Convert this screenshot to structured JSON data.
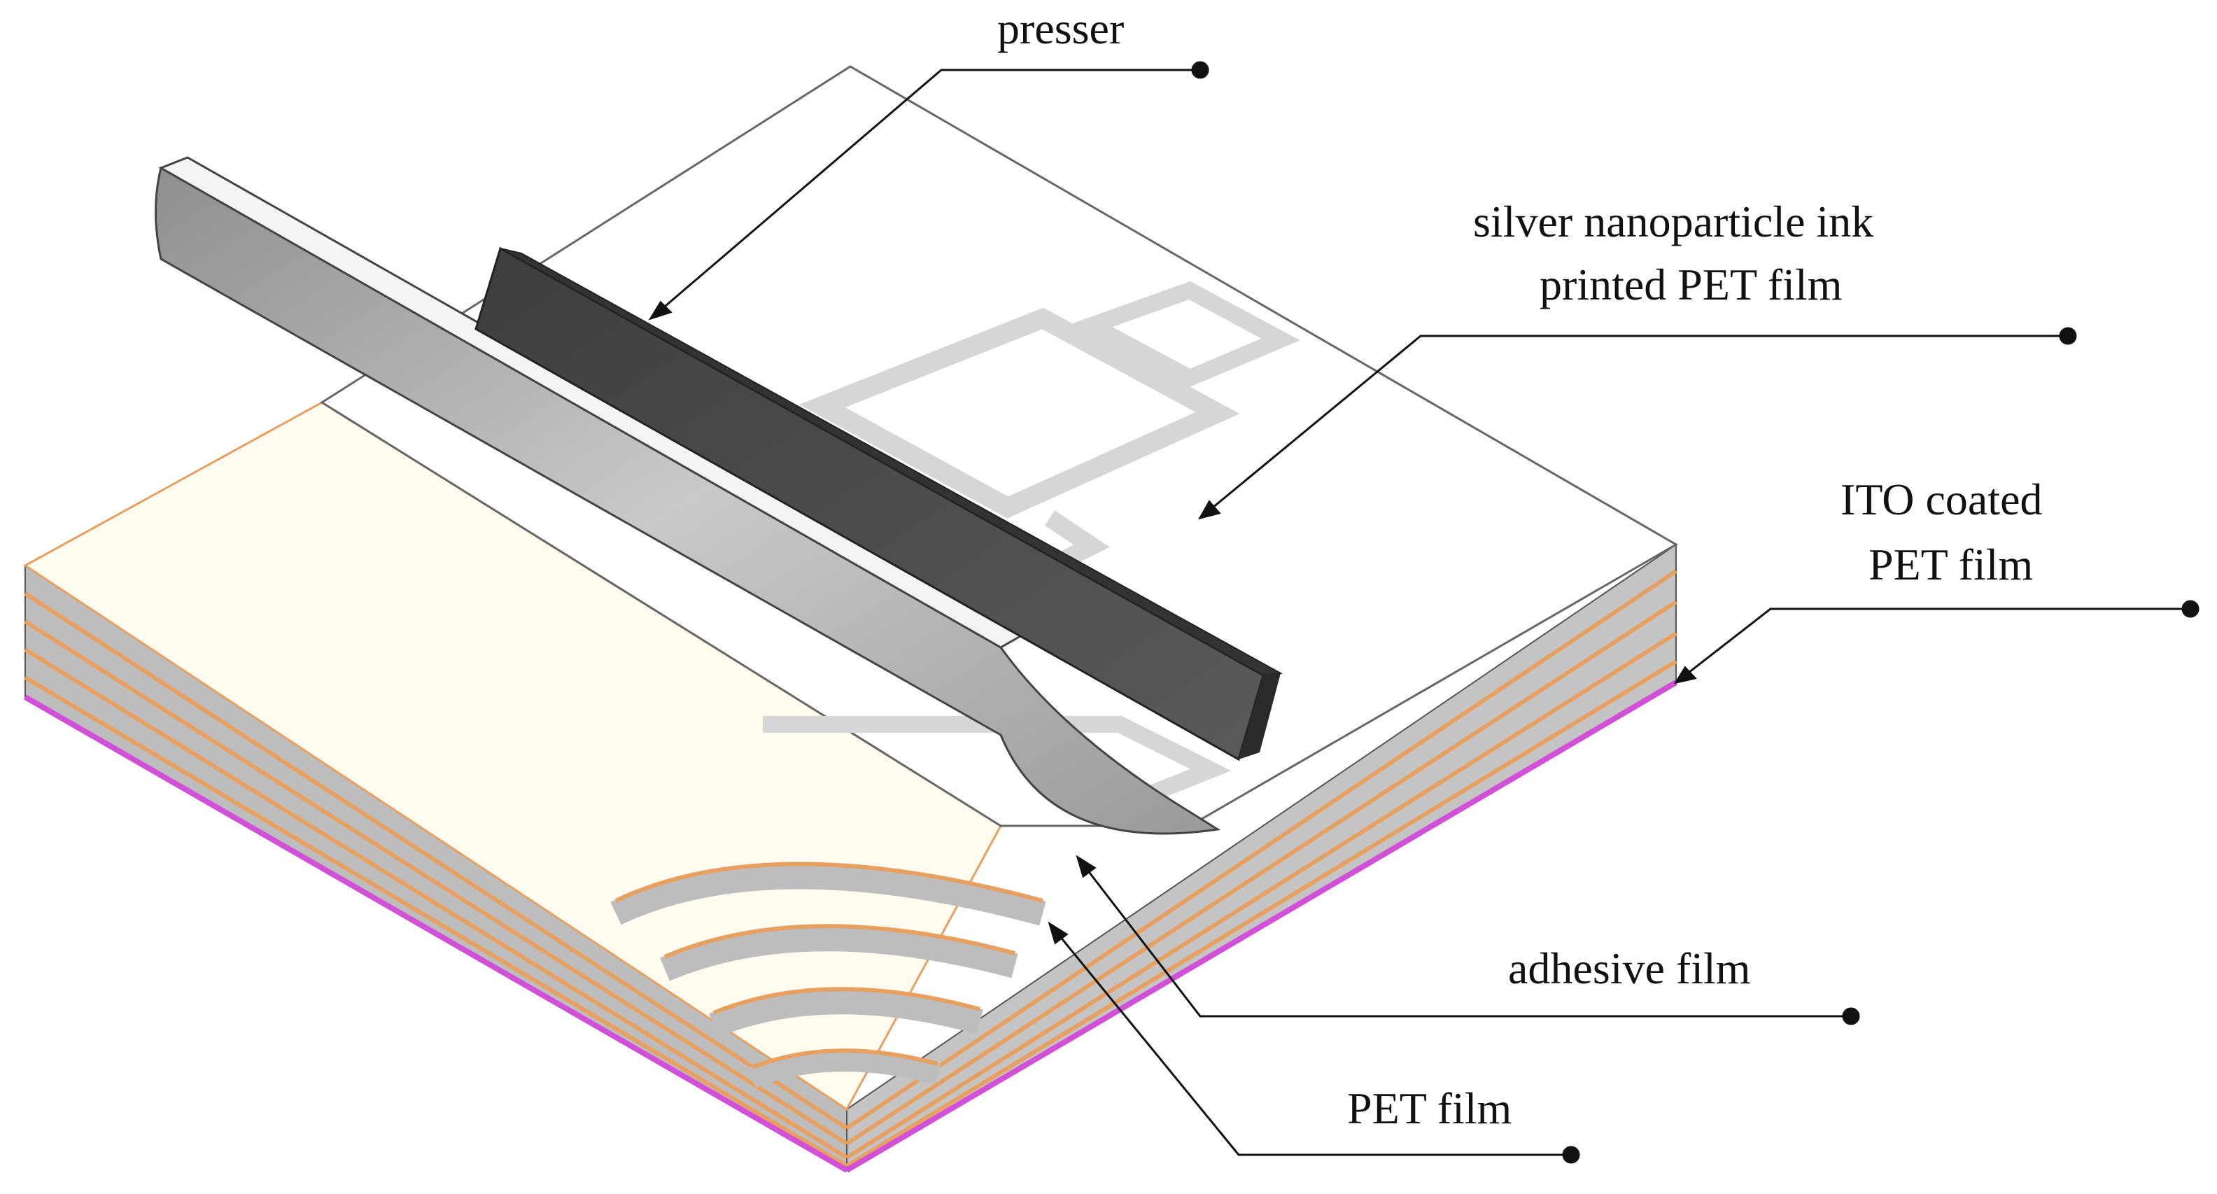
{
  "labels": {
    "presser": "presser",
    "silver_ink": [
      "silver nanoparticle ink",
      "printed PET film"
    ],
    "ito": [
      "ITO coated",
      "PET film"
    ],
    "adhesive": "adhesive film",
    "pet": "PET film"
  },
  "colors": {
    "background": "#ffffff",
    "layer_gray": "#bdbdbd",
    "adhesive_orange": "#e8a060",
    "ito_magenta": "#d24fd8",
    "cream_surface": "#fffbef",
    "presser_dark": "#4d4d4d",
    "roller_gray": "#a8a8a8",
    "trace_gray": "#d6d6d6"
  }
}
